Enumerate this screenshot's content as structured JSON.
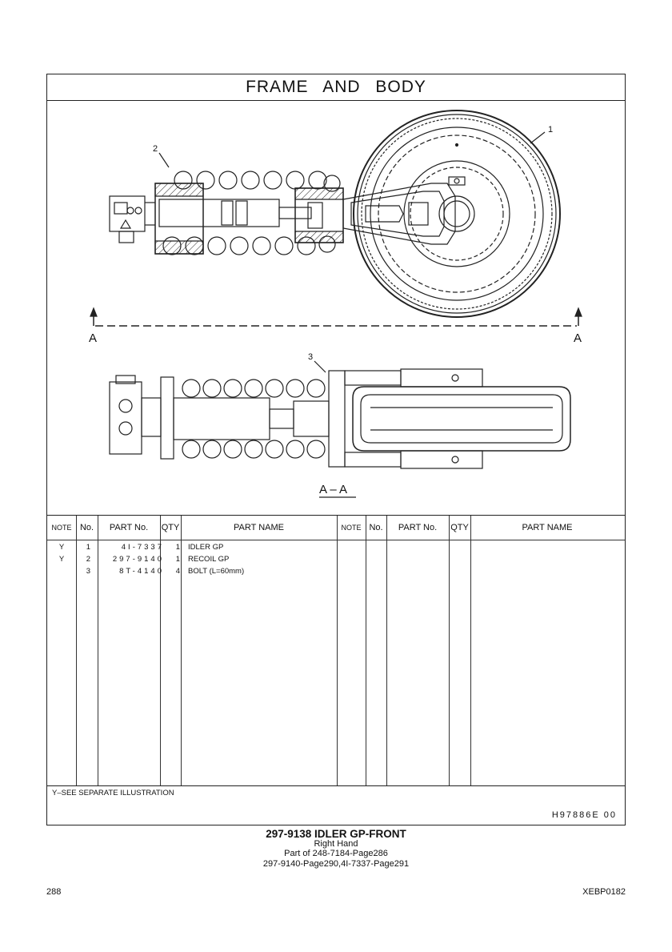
{
  "title": "FRAME AND BODY",
  "drawing": {
    "callouts": [
      "1",
      "2",
      "3"
    ],
    "section_marker": "A",
    "section_label": "A – A"
  },
  "table": {
    "headers": {
      "note": "NOTE",
      "no": "No.",
      "part_no": "PART No.",
      "qty": "QTY",
      "part_name": "PART NAME"
    },
    "rows": [
      {
        "note": "Y",
        "no": "1",
        "part_no": "4I-7337",
        "qty": "1",
        "part_name": "IDLER GP"
      },
      {
        "note": "Y",
        "no": "2",
        "part_no": "297-9140",
        "qty": "1",
        "part_name": "RECOIL GP"
      },
      {
        "note": "",
        "no": "3",
        "part_no": "8T-4140",
        "qty": "4",
        "part_name": "BOLT (L=60mm)"
      }
    ]
  },
  "footnote": "Y–SEE SEPARATE ILLUSTRATION",
  "reference_code": "H97886E 00",
  "caption": {
    "line1": "297-9138 IDLER GP-FRONT",
    "line2": "Right Hand",
    "line3": "Part of 248-7184-Page286",
    "line4": "297-9140-Page290,4I-7337-Page291"
  },
  "page_number": "288",
  "document_code": "XEBP0182"
}
